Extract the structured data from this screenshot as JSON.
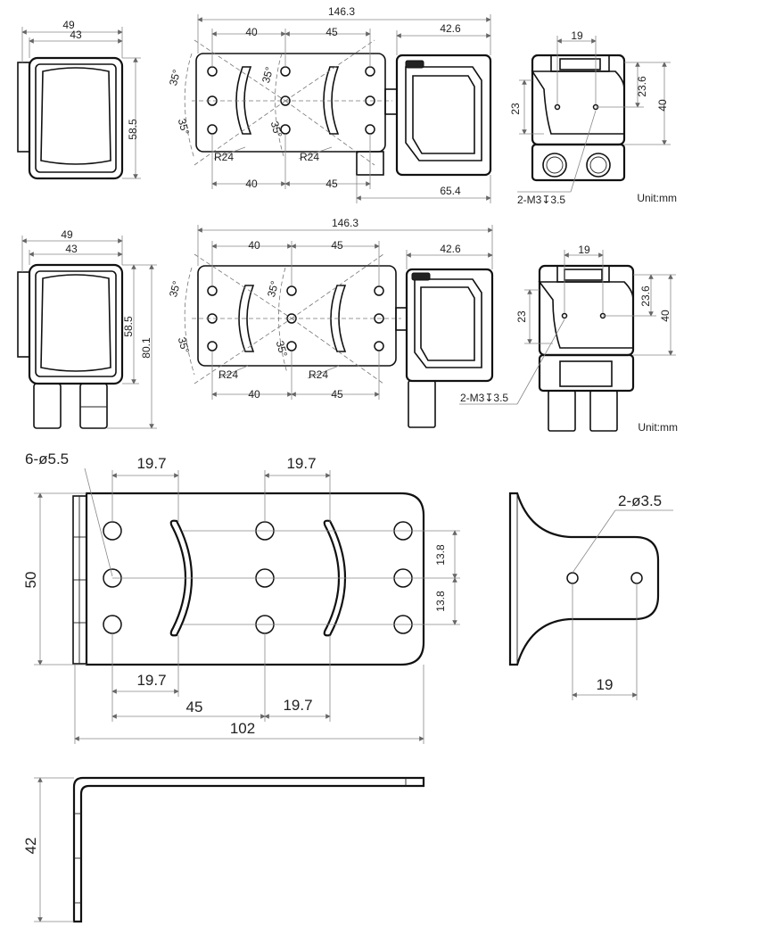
{
  "unit_note": "Unit:mm",
  "row1": {
    "front": {
      "w_outer": "49",
      "w_inner": "43",
      "h": "58.5"
    },
    "side": {
      "total": "146.3",
      "d1": "40",
      "d2": "45",
      "d3": "42.6",
      "angle": "35°",
      "radius": "R24",
      "b1": "40",
      "b2": "45",
      "b3": "65.4"
    },
    "rear": {
      "top": "19",
      "r1": "23.6",
      "r2": "40",
      "l1": "23",
      "thread": "2-M3↧3.5"
    }
  },
  "row2": {
    "front": {
      "w_outer": "49",
      "w_inner": "43",
      "h1": "58.5",
      "h2": "80.1"
    },
    "side": {
      "total": "146.3",
      "d1": "40",
      "d2": "45",
      "d3": "42.6",
      "angle": "35°",
      "radius": "R24",
      "b1": "40",
      "b2": "45"
    },
    "rear": {
      "top": "19",
      "r1": "23.6",
      "r2": "40",
      "l1": "23",
      "thread": "2-M3↧3.5"
    }
  },
  "bracket_top": {
    "holes": "6-ø5.5",
    "t1": "19.7",
    "t2": "19.7",
    "height": "50",
    "v1": "13.8",
    "v2": "13.8",
    "b1": "19.7",
    "b2": "45",
    "b3": "19.7",
    "total": "102"
  },
  "bracket_side": {
    "holes": "2-ø3.5",
    "spacing": "19"
  },
  "bracket_profile": {
    "height": "42"
  }
}
